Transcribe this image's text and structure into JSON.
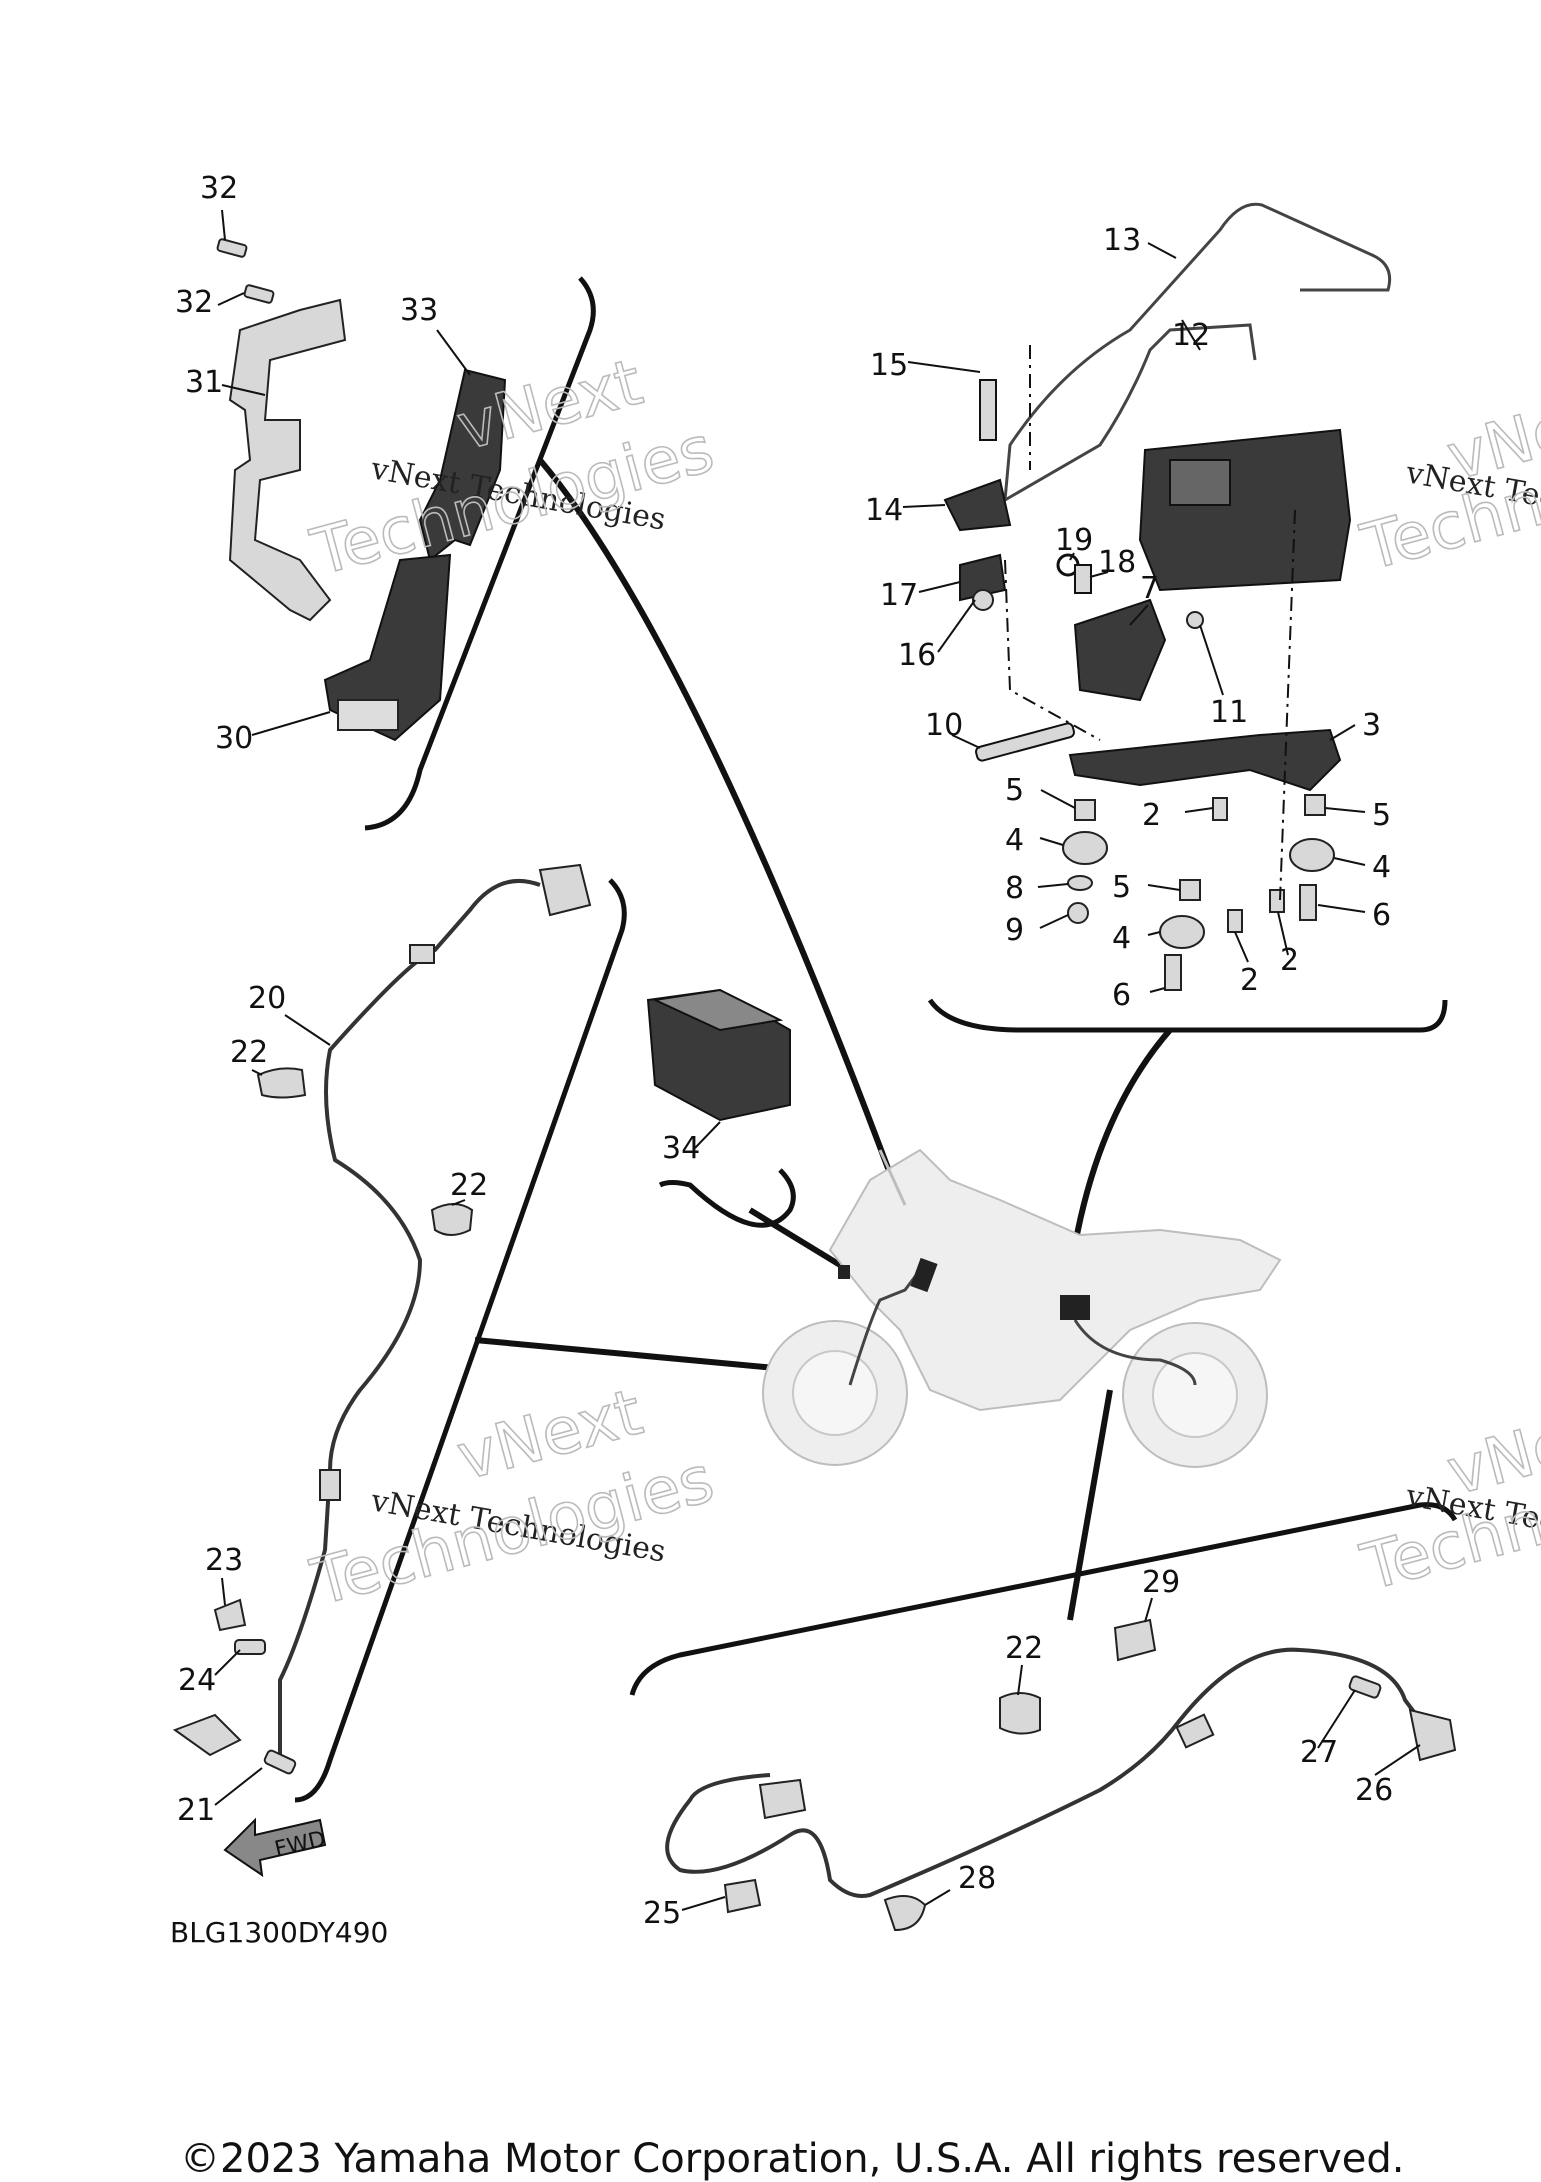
{
  "diagram_code": "BLG1300DY490",
  "fwd_arrow_label": "FWD",
  "watermark": {
    "line1": "vNext Technologies",
    "line2a": "vNext",
    "line2b": "Technologies"
  },
  "copyright": "©2023 Yamaha Motor Corporation, U.S.A. All rights reserved.",
  "callouts": [
    {
      "id": "c32a",
      "label": "32"
    },
    {
      "id": "c32b",
      "label": "32"
    },
    {
      "id": "c31",
      "label": "31"
    },
    {
      "id": "c33",
      "label": "33"
    },
    {
      "id": "c30",
      "label": "30"
    },
    {
      "id": "c13",
      "label": "13"
    },
    {
      "id": "c12",
      "label": "12"
    },
    {
      "id": "c15",
      "label": "15"
    },
    {
      "id": "c14",
      "label": "14"
    },
    {
      "id": "c19",
      "label": "19"
    },
    {
      "id": "c18",
      "label": "18"
    },
    {
      "id": "c17",
      "label": "17"
    },
    {
      "id": "c7",
      "label": "7"
    },
    {
      "id": "c16",
      "label": "16"
    },
    {
      "id": "c11",
      "label": "11"
    },
    {
      "id": "c10",
      "label": "10"
    },
    {
      "id": "c3",
      "label": "3"
    },
    {
      "id": "c5a",
      "label": "5"
    },
    {
      "id": "c2a",
      "label": "2"
    },
    {
      "id": "c5b",
      "label": "5"
    },
    {
      "id": "c4a",
      "label": "4"
    },
    {
      "id": "c4b",
      "label": "4"
    },
    {
      "id": "c8",
      "label": "8"
    },
    {
      "id": "c5c",
      "label": "5"
    },
    {
      "id": "c6a",
      "label": "6"
    },
    {
      "id": "c9",
      "label": "9"
    },
    {
      "id": "c4c",
      "label": "4"
    },
    {
      "id": "c2b",
      "label": "2"
    },
    {
      "id": "c2c",
      "label": "2"
    },
    {
      "id": "c6b",
      "label": "6"
    },
    {
      "id": "c20",
      "label": "20"
    },
    {
      "id": "c22a",
      "label": "22"
    },
    {
      "id": "c22b",
      "label": "22"
    },
    {
      "id": "c34",
      "label": "34"
    },
    {
      "id": "c23",
      "label": "23"
    },
    {
      "id": "c24",
      "label": "24"
    },
    {
      "id": "c21",
      "label": "21"
    },
    {
      "id": "c29",
      "label": "29"
    },
    {
      "id": "c22c",
      "label": "22"
    },
    {
      "id": "c27",
      "label": "27"
    },
    {
      "id": "c26",
      "label": "26"
    },
    {
      "id": "c28",
      "label": "28"
    },
    {
      "id": "c25",
      "label": "25"
    }
  ]
}
